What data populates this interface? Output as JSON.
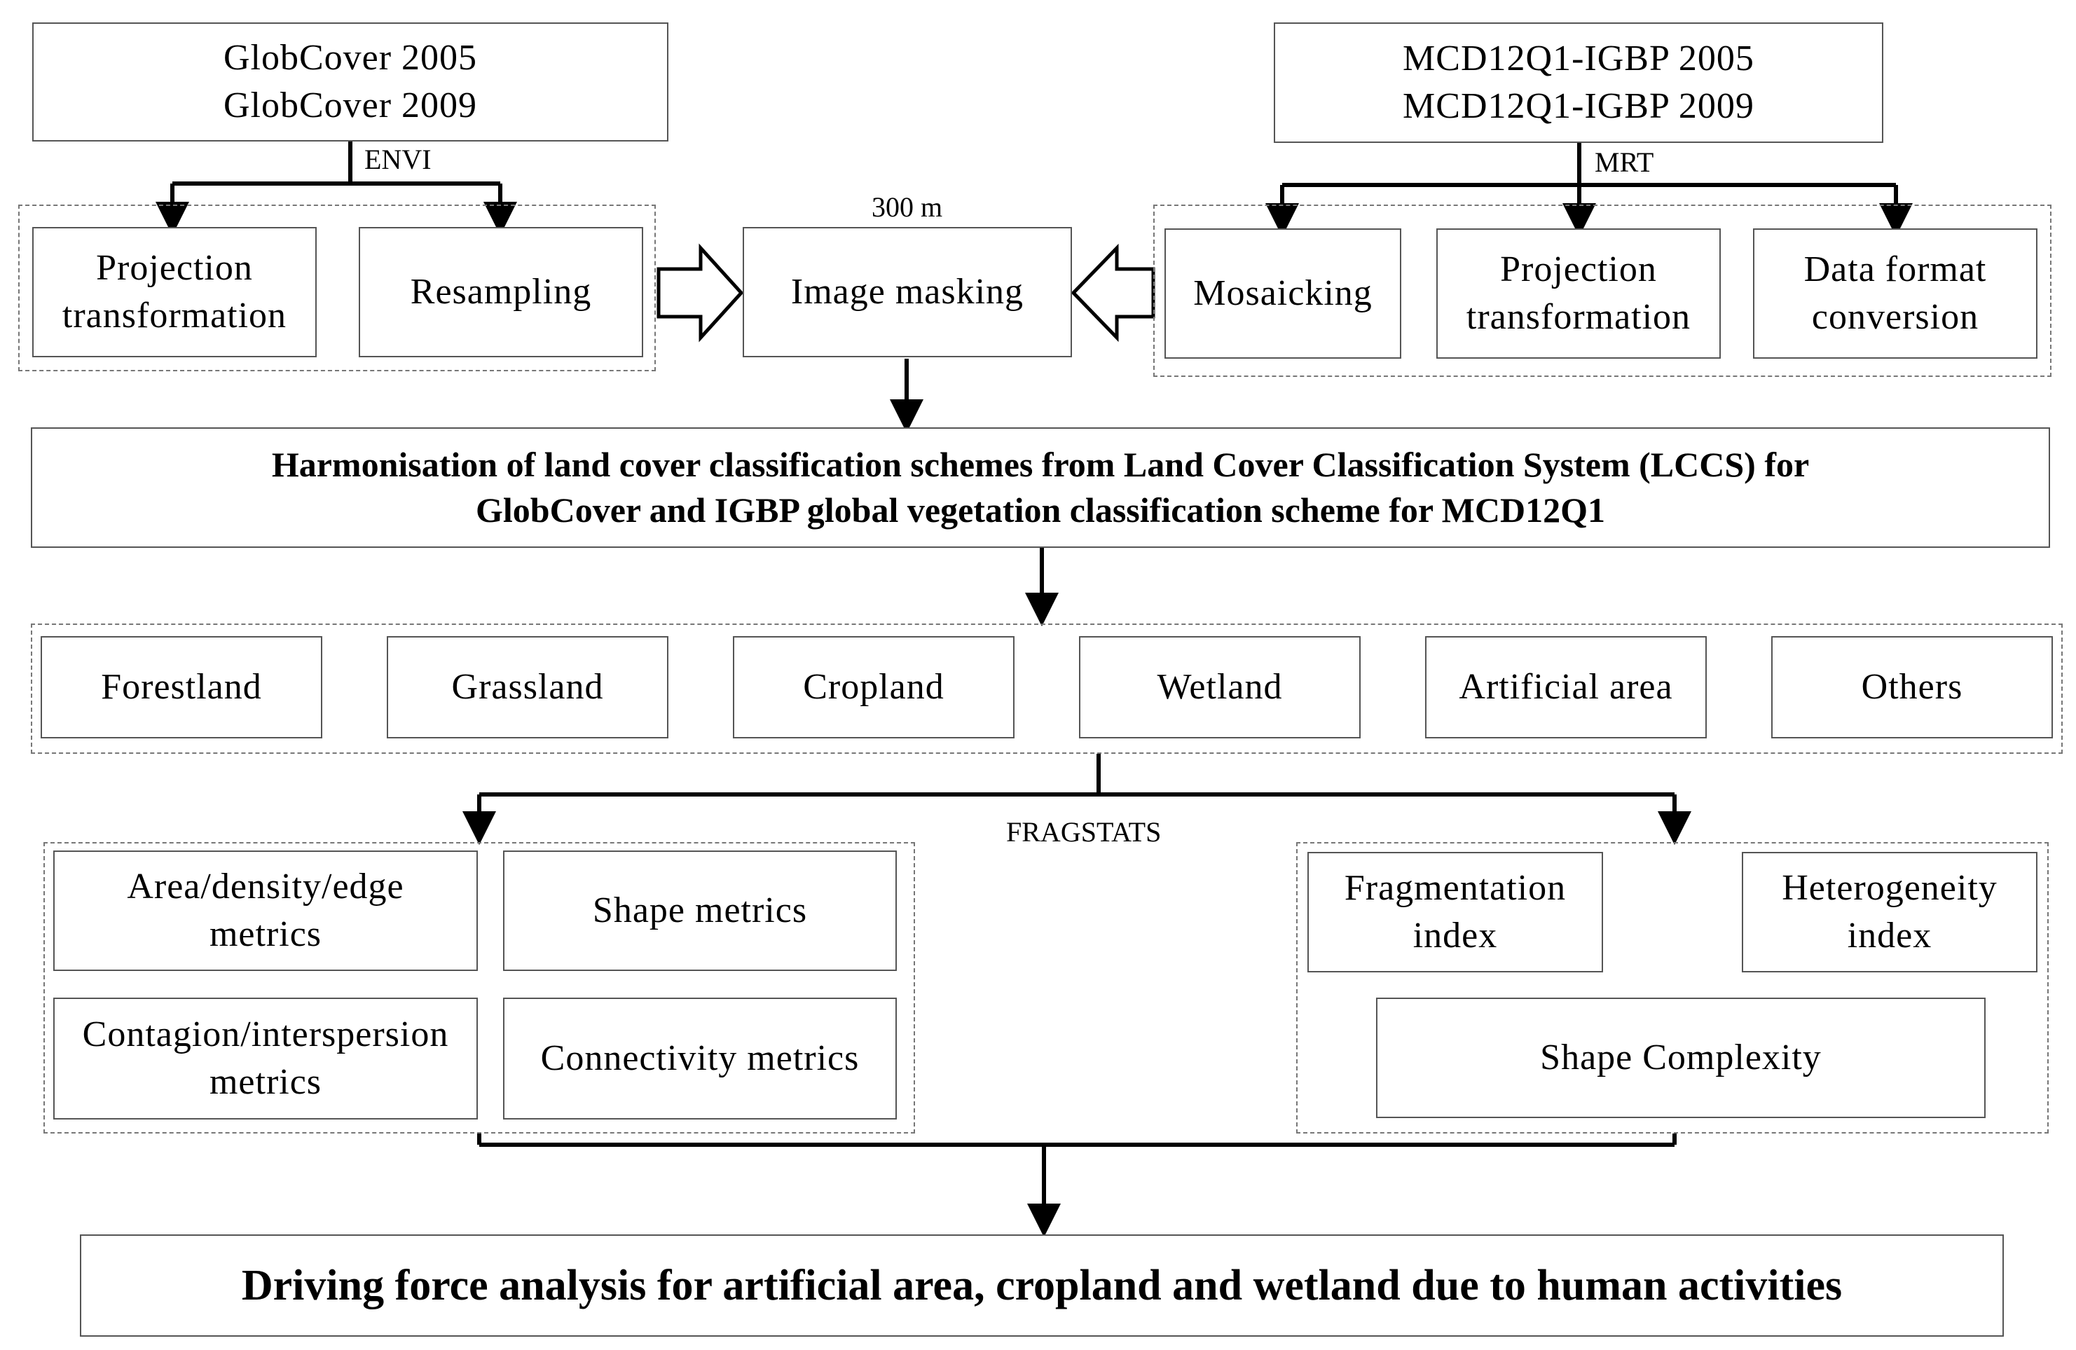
{
  "sources": {
    "globcover": "GlobCover 2005\nGlobCover 2009",
    "mcd12q1": "MCD12Q1-IGBP 2005\nMCD12Q1-IGBP 2009"
  },
  "labels": {
    "envi": "ENVI",
    "mrt": "MRT",
    "resolution": "300 m",
    "fragstats": "FRAGSTATS"
  },
  "preprocess_left": [
    "Projection\ntransformation",
    "Resampling"
  ],
  "image_masking": "Image masking",
  "preprocess_right": [
    "Mosaicking",
    "Projection\ntransformation",
    "Data format\nconversion"
  ],
  "harmonisation": "Harmonisation of land cover classification schemes from Land Cover Classification System (LCCS) for\nGlobCover and IGBP global vegetation classification scheme for MCD12Q1",
  "classes": [
    "Forestland",
    "Grassland",
    "Cropland",
    "Wetland",
    "Artificial area",
    "Others"
  ],
  "metrics": {
    "area": "Area/density/edge\nmetrics",
    "shape": "Shape metrics",
    "contagion": "Contagion/interspersion\nmetrics",
    "connectivity": "Connectivity metrics"
  },
  "indices": {
    "fragmentation": "Fragmentation\nindex",
    "heterogeneity": "Heterogeneity\nindex",
    "shape_complexity": "Shape Complexity"
  },
  "conclusion": "Driving force analysis for artificial area, cropland and wetland due to human activities"
}
